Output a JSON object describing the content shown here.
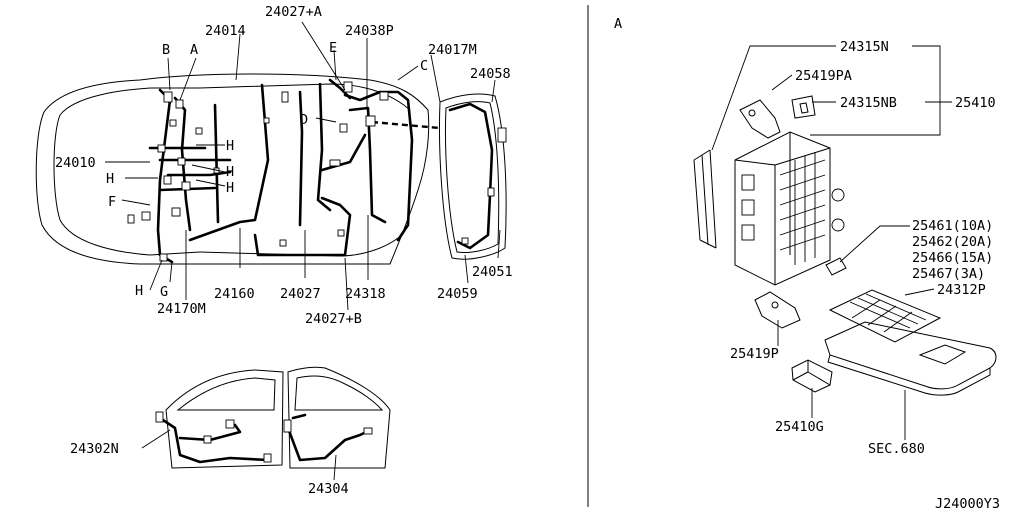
{
  "view_letter": "A",
  "diagram_code": "J24000Y3",
  "parts": {
    "p24014": "24014",
    "p24027A": "24027+A",
    "p24038P": "24038P",
    "p24017M": "24017M",
    "p24058": "24058",
    "p24010": "24010",
    "p24160": "24160",
    "p24027": "24027",
    "p24318": "24318",
    "p24027B": "24027+B",
    "p24059": "24059",
    "p24051": "24051",
    "p24170M": "24170M",
    "p24302N": "24302N",
    "p24304": "24304",
    "p24315N": "24315N",
    "p25419PA": "25419PA",
    "p24315NB": "24315NB",
    "p25410": "25410",
    "p25461": "25461(10A)",
    "p25462": "25462(20A)",
    "p25466": "25466(15A)",
    "p25467": "25467(3A)",
    "p24312P": "24312P",
    "p25419P": "25419P",
    "p25410G": "25410G",
    "sec680": "SEC.680"
  },
  "letters": {
    "b": "B",
    "a": "A",
    "e": "E",
    "c": "C",
    "d": "D",
    "f": "F",
    "g": "G",
    "h1": "H",
    "h2": "H",
    "h3": "H",
    "h4": "H",
    "h5": "H"
  }
}
